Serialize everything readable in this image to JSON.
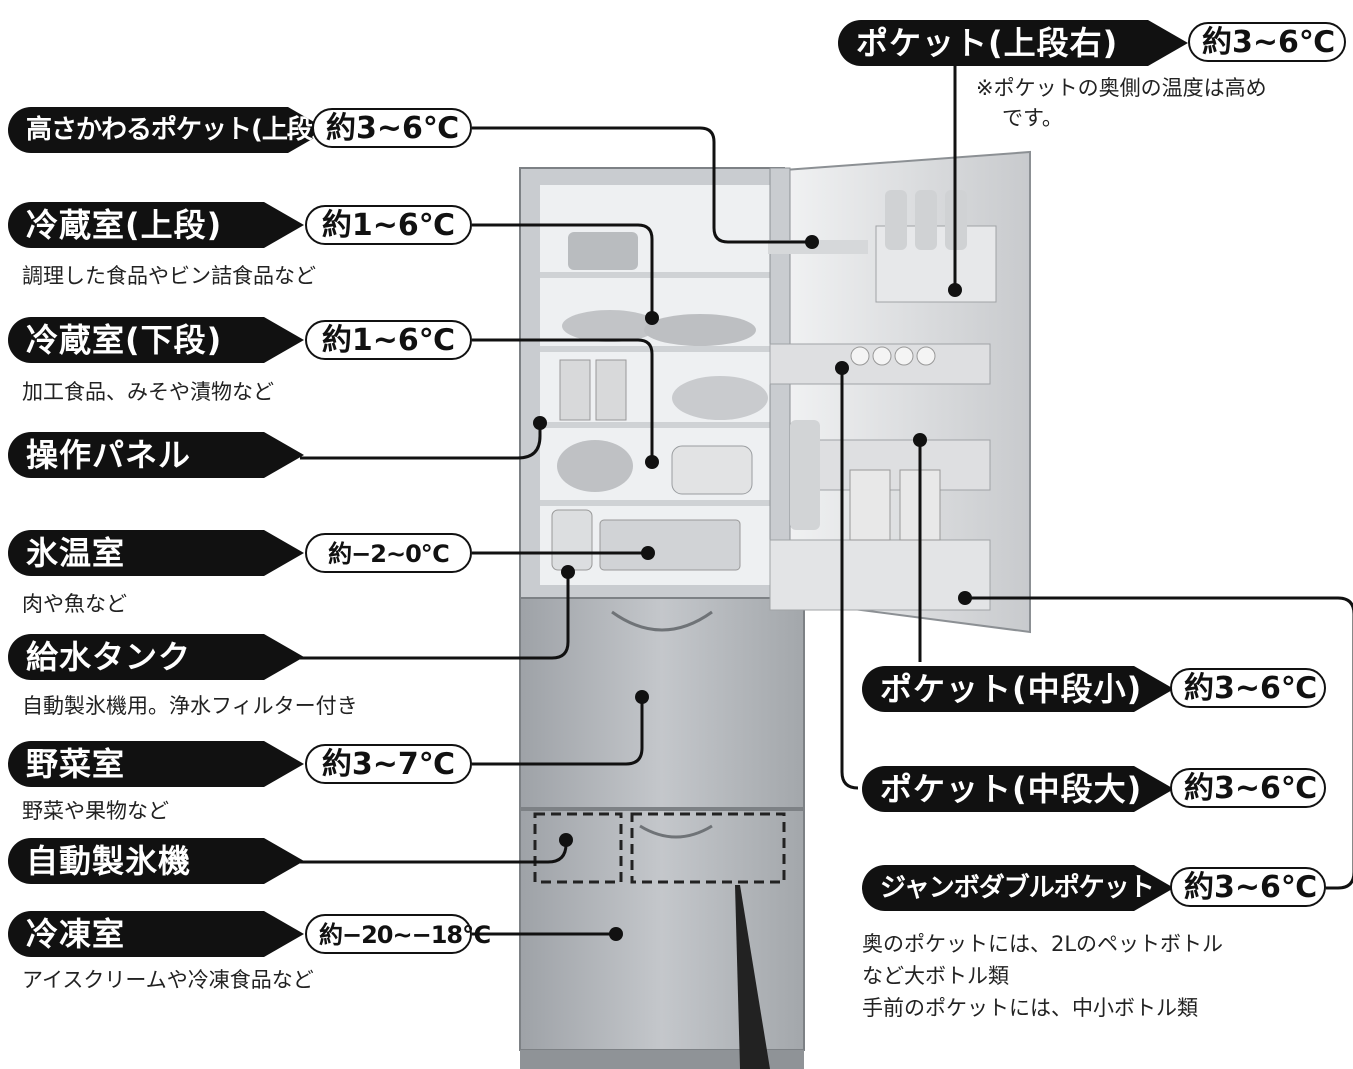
{
  "left_labels": [
    {
      "id": "pocket-upper-left",
      "name": "高さかわるポケット(上段左)",
      "temp": "約3~6℃",
      "desc": ""
    },
    {
      "id": "fridge-upper",
      "name": "冷蔵室(上段)",
      "temp": "約1~6℃",
      "desc": "調理した食品やビン詰食品など"
    },
    {
      "id": "fridge-lower",
      "name": "冷蔵室(下段)",
      "temp": "約1~6℃",
      "desc": "加工食品、みそや漬物など"
    },
    {
      "id": "control-panel",
      "name": "操作パネル",
      "temp": "",
      "desc": ""
    },
    {
      "id": "chilled-room",
      "name": "氷温室",
      "temp": "約−2~0℃",
      "desc": "肉や魚など"
    },
    {
      "id": "water-tank",
      "name": "給水タンク",
      "temp": "",
      "desc": "自動製氷機用。浄水フィルター付き"
    },
    {
      "id": "vegetable-room",
      "name": "野菜室",
      "temp": "約3~7℃",
      "desc": "野菜や果物など"
    },
    {
      "id": "ice-maker",
      "name": "自動製氷機",
      "temp": "",
      "desc": ""
    },
    {
      "id": "freezer",
      "name": "冷凍室",
      "temp": "約−20~−18℃",
      "desc": "アイスクリームや冷凍食品など"
    }
  ],
  "right_labels": [
    {
      "id": "pocket-upper-right",
      "name": "ポケット(上段右)",
      "temp": "約3~6℃",
      "note": "※ポケットの奥側の温度は高めです。"
    },
    {
      "id": "pocket-middle-small",
      "name": "ポケット(中段小)",
      "temp": "約3~6℃",
      "note": ""
    },
    {
      "id": "pocket-middle-large",
      "name": "ポケット(中段大)",
      "temp": "約3~6℃",
      "note": ""
    },
    {
      "id": "jumbo-double-pocket",
      "name": "ジャンボダブルポケット",
      "temp": "約3~6℃",
      "note": "奥のポケットには、2Lのペットボトルなど大ボトル類 手前のポケットには、中小ボトル類"
    }
  ],
  "texts": {
    "upper_right_note_1": "※ポケットの奥側の温度は高め",
    "upper_right_note_2": "です。",
    "jumbo_note_1": "奥のポケットには、2Lのペットボトル",
    "jumbo_note_2": "など大ボトル類",
    "jumbo_note_3": "手前のポケットには、中小ボトル類"
  },
  "colors": {
    "label_bg": "#111111",
    "label_text": "#ffffff",
    "fridge_body": "#b9bcc0",
    "fridge_inner": "#eef0f2",
    "door": "#e6e8ea"
  }
}
